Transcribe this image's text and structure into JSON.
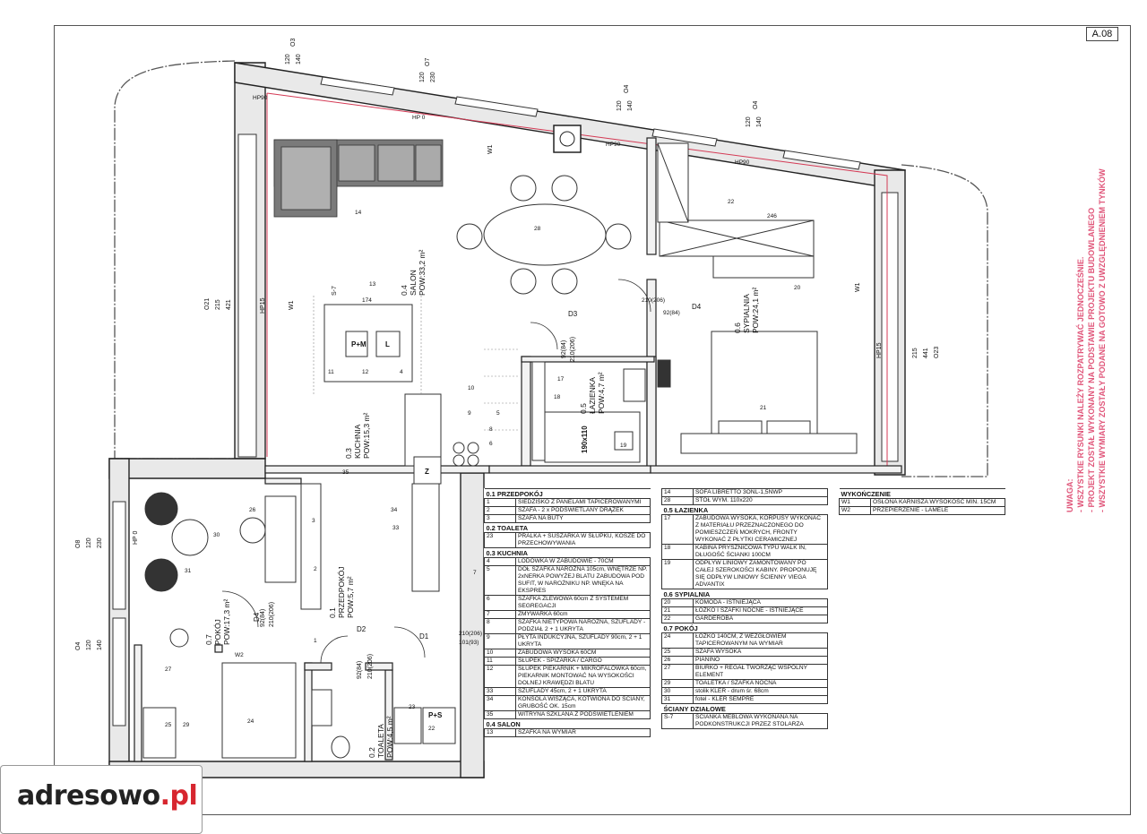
{
  "sheet": {
    "tag": "A.08"
  },
  "note": {
    "lines": [
      "UWAGA:",
      "- WSZYSTKIE RYSUNKI NALEŻY ROZPATRYWAĆ JEDNOCZEŚNIE.",
      "- PROJEKT ZOSTAŁ WYKONANY NA PODSTAWIE PROJEKTU BUDOWLANEGO",
      "- WSZYSTKIE WYMIARY ZOSTAŁY PODANE NA GOTOWO Z UWZGLĘDNIENIEM TYNKÓW"
    ],
    "color": "#e0567a"
  },
  "rooms": {
    "salon": {
      "id": "0.4",
      "name": "SALON",
      "area": "POW:33,2 m²"
    },
    "kuchnia": {
      "id": "0.3",
      "name": "KUCHNIA",
      "area": "POW:15,3 m²"
    },
    "lazienka": {
      "id": "0.5",
      "name": "ŁAZIENKA",
      "area": "POW:4,7 m²"
    },
    "sypialnia": {
      "id": "0.6",
      "name": "SYPIALNIA",
      "area": "POW:24,1 m²"
    },
    "pokoj": {
      "id": "0.7",
      "name": "POKÓJ",
      "area": "POW:17,3 m²"
    },
    "przedpokoj": {
      "id": "0.1",
      "name": "PRZEDPOKÓJ",
      "area": "POW:5,7 m²"
    },
    "toaleta": {
      "id": "0.2",
      "name": "TOALETA",
      "area": "POW:4,5 m²"
    }
  },
  "plan_labels": {
    "windows": [
      "O3",
      "O7",
      "O4",
      "O4",
      "O21",
      "O23",
      "O8",
      "O4"
    ],
    "doors": [
      "D3",
      "D4",
      "D4",
      "D2",
      "D1"
    ],
    "door_dims": [
      "210(206)",
      "92(84)",
      "210(206)",
      "92(84)",
      "210(206)",
      "92(84)",
      "210(206)",
      "92(84)",
      "210(206)",
      "101(93)"
    ],
    "window_dims": [
      "120",
      "140",
      "120",
      "230",
      "120",
      "140",
      "120",
      "140",
      "215",
      "421",
      "215",
      "441",
      "120",
      "230",
      "120",
      "140"
    ],
    "hp": [
      "HP90",
      "HP 0",
      "HP90",
      "HP90",
      "HP15",
      "HP15",
      "HP 0"
    ],
    "wall_finish": [
      "W1",
      "W1",
      "W1",
      "W2"
    ],
    "kitchen_appliances": [
      "P+M",
      "L",
      "Z"
    ],
    "toilet_appliance": "P+S",
    "shower": "190x110",
    "partition": "S-7",
    "item_numbers": [
      "14",
      "28",
      "22",
      "20",
      "13",
      "11",
      "12",
      "4",
      "10",
      "9",
      "8",
      "6",
      "5",
      "17",
      "18",
      "19",
      "21",
      "35",
      "34",
      "33",
      "7",
      "1",
      "2",
      "3",
      "30",
      "31",
      "26",
      "27",
      "24",
      "25",
      "29",
      "23",
      "22",
      "246",
      "174"
    ]
  },
  "legend": {
    "left": [
      {
        "section": "0.1 PRZEDPOKÓJ"
      },
      {
        "n": "1",
        "d": "SIEDZISKO Z PANELAMI TAPICEROWANYMI"
      },
      {
        "n": "2",
        "d": "SZAFA - 2 x PODŚWIETLANY DRĄŻEK"
      },
      {
        "n": "3",
        "d": "SZAFA NA BUTY"
      },
      {
        "section": "0.2 TOALETA"
      },
      {
        "n": "23",
        "d": "PRALKA + SUSZARKA W SŁUPKU, KOSZE DO PRZECHOWYWANIA"
      },
      {
        "section": "0.3 KUCHNIA"
      },
      {
        "n": "4",
        "d": "LODÓWKA W ZABUDOWIE - 70CM"
      },
      {
        "n": "5",
        "d": "DÓŁ SZAFKA NAROŻNA 105cm, WNĘTRZE NP. 2xNERKA POWYŻEJ BLATU ZABUDOWA POD SUFIT, W NAROŻNIKU NP. WNĘKA NA EKSPRES"
      },
      {
        "n": "6",
        "d": "SZAFKA ZLEWOWA 60cm Z SYSTEMEM SEGREGACJI"
      },
      {
        "n": "7",
        "d": "ZMYWARKA 60cm"
      },
      {
        "n": "8",
        "d": "SZAFKA NIETYPOWA NAROŻNA, SZUFLADY - PODZIAŁ 2 + 1 UKRYTA"
      },
      {
        "n": "9",
        "d": "PŁYTA INDUKCYJNA, SZUFLADY 90cm, 2 + 1 UKRYTA"
      },
      {
        "n": "10",
        "d": "ZABUDOWA WYSOKA 60CM"
      },
      {
        "n": "11",
        "d": "SŁUPEK - SPIŻARKA / CARGO"
      },
      {
        "n": "12",
        "d": "SŁUPEK PIEKARNIK + MIKROFALÓWKA 60cm, PIEKARNIK MONTOWAĆ NA WYSOKOŚCI DOLNEJ KRAWĘDZI BLATU"
      },
      {
        "n": "33",
        "d": "SZUFLADY 45cm, 2 + 1 UKRYTA"
      },
      {
        "n": "34",
        "d": "KONSOLA WISZĄCA, KOTWIONA DO ŚCIANY, GRUBOŚĆ OK. 15cm"
      },
      {
        "n": "35",
        "d": "WITRYNA SZKLANA Z PODŚWIETLENIEM"
      },
      {
        "section": "0.4 SALON"
      },
      {
        "n": "13",
        "d": "SZAFKA NA WYMIAR"
      }
    ],
    "mid": [
      {
        "n": "14",
        "d": "SOFA LIBRETTO 3ONL-1,5NWP"
      },
      {
        "n": "28",
        "d": "STÓŁ WYM. 110x220"
      },
      {
        "section": "0.5 ŁAZIENKA"
      },
      {
        "n": "17",
        "d": "ZABUDOWA WYSOKA, KORPUSY WYKONAĆ Z MATERIAŁU PRZEZNACZONEGO DO POMIESZCZEŃ MOKRYCH, FRONTY WYKONAĆ Z PŁYTKI CERAMICZNEJ"
      },
      {
        "n": "18",
        "d": "KABINA PRYSZNICOWA TYPU WALK IN, DŁUGOŚĆ ŚCIANKI 100CM"
      },
      {
        "n": "19",
        "d": "ODPŁYW LINIOWY ZAMONTOWANY PO CAŁEJ SZEROKOŚCI KABINY. PROPONUJĘ SIĘ ODPŁYW LINIOWY ŚCIENNY VIEGA ADVANTIX"
      },
      {
        "section": "0.6 SYPIALNIA"
      },
      {
        "n": "20",
        "d": "KOMODA - ISTNIEJĄCA"
      },
      {
        "n": "21",
        "d": "ŁÓŻKO I SZAFKI NOCNE - ISTNIEJĄCE"
      },
      {
        "n": "22",
        "d": "GARDEROBA"
      },
      {
        "section": "0.7 POKÓJ"
      },
      {
        "n": "24",
        "d": "ŁÓŻKO 140CM, Z WEZGŁOWIEM TAPICEROWANYM NA WYMIAR"
      },
      {
        "n": "25",
        "d": "SZAFA WYSOKA"
      },
      {
        "n": "26",
        "d": "PIANINO"
      },
      {
        "n": "27",
        "d": "BIURKO + REGAŁ TWORZĄC WSPÓLNY ELEMENT"
      },
      {
        "n": "29",
        "d": "TOALETKA / SZAFKA NOCNA"
      },
      {
        "n": "30",
        "d": "stolik KLER - drum śr. 68cm"
      },
      {
        "n": "31",
        "d": "fotel - KLER SEMPRE"
      },
      {
        "section": "ŚCIANY DZIAŁOWE"
      },
      {
        "n": "S-7",
        "d": "ŚCIANKA MEBLOWA WYKONANA NA PODKONSTRUKCJI PRZEZ STOLARZA"
      }
    ],
    "right": [
      {
        "section": "WYKOŃCZENIE"
      },
      {
        "n": "W1",
        "d": "OSŁONA KARNISZA WYSOKOŚĆ MIN. 15CM"
      },
      {
        "n": "W2",
        "d": "PRZEPIERZENIE - LAMELE"
      }
    ]
  },
  "logo": {
    "main": "adresowo",
    "suffix": ".pl"
  }
}
